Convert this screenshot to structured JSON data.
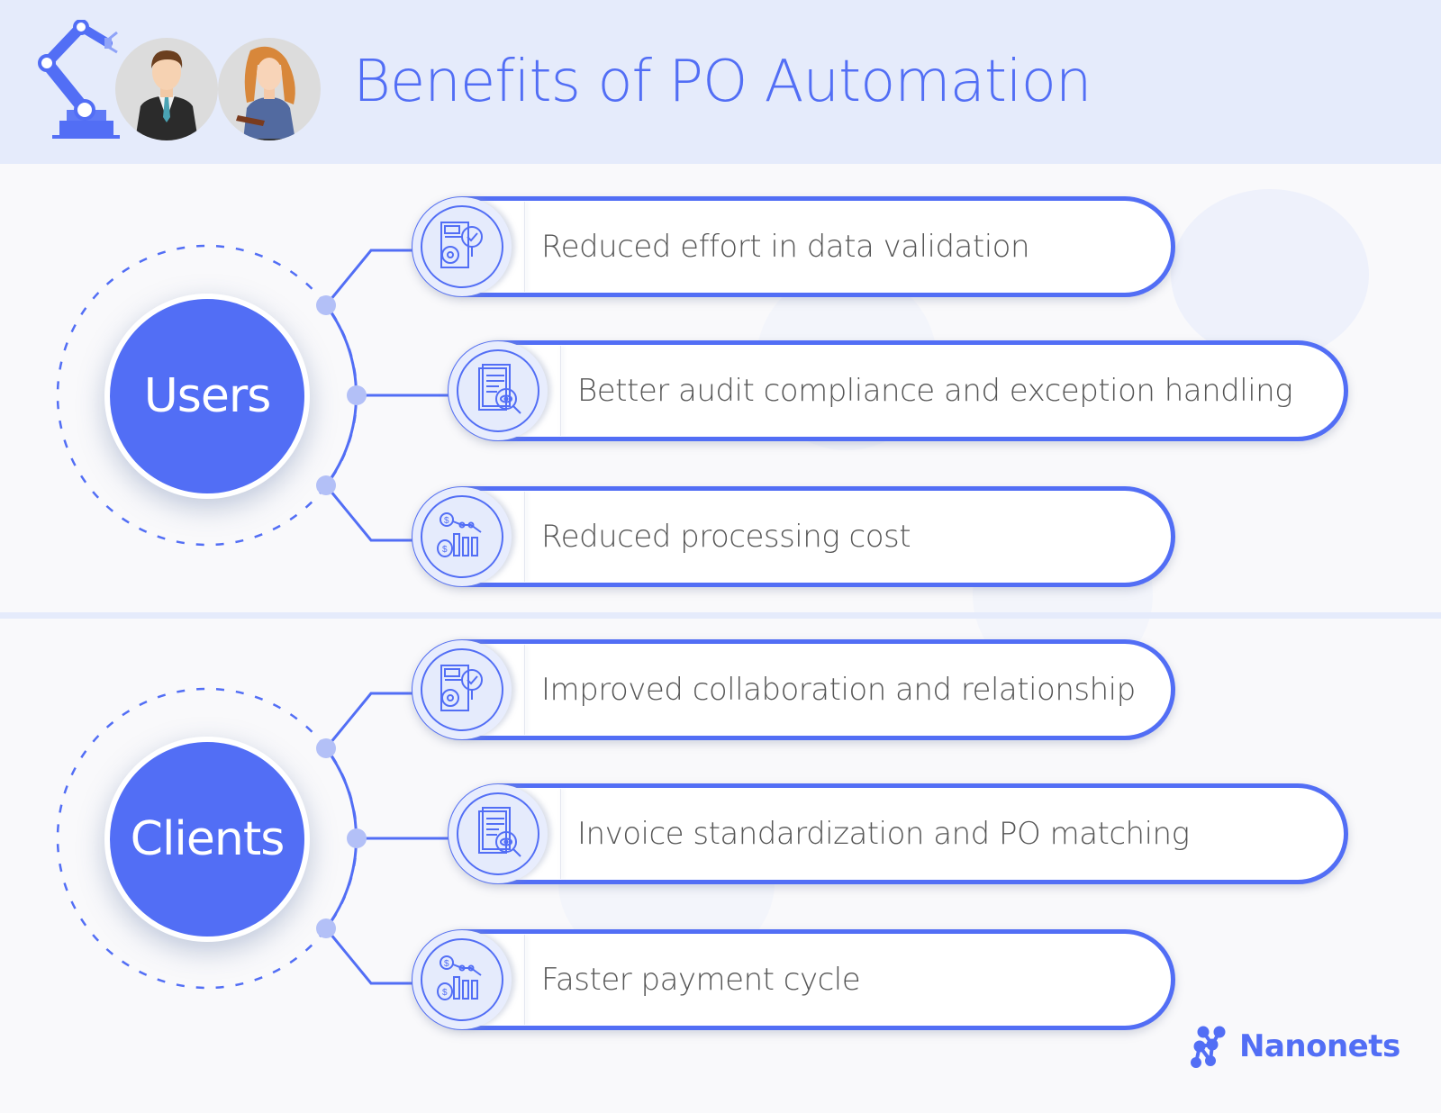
{
  "header": {
    "title": "Benefits of PO Automation",
    "illustrations": [
      "robot-arm-icon",
      "businessman-avatar",
      "businesswoman-avatar"
    ]
  },
  "colors": {
    "accent": "#526ef5",
    "header_bg": "#e5ebfb",
    "page_bg": "#f9f9fb",
    "node_dot": "#b3c0f7",
    "icon_bg": "#e5ebfc",
    "text": "#555555"
  },
  "sections": [
    {
      "hub_label": "Users",
      "items": [
        {
          "label": "Reduced effort in data validation",
          "icon": "document-gear-check-icon"
        },
        {
          "label": "Better audit compliance and exception handling",
          "icon": "document-audit-eye-icon"
        },
        {
          "label": "Reduced processing cost",
          "icon": "money-chart-decline-icon"
        }
      ]
    },
    {
      "hub_label": "Clients",
      "items": [
        {
          "label": "Improved collaboration and relationship",
          "icon": "document-gear-check-icon"
        },
        {
          "label": "Invoice standardization and PO matching",
          "icon": "document-audit-eye-icon"
        },
        {
          "label": "Faster payment cycle",
          "icon": "money-chart-decline-icon"
        }
      ]
    }
  ],
  "brand": {
    "name": "Nanonets",
    "icon": "nanonets-logo-icon"
  }
}
